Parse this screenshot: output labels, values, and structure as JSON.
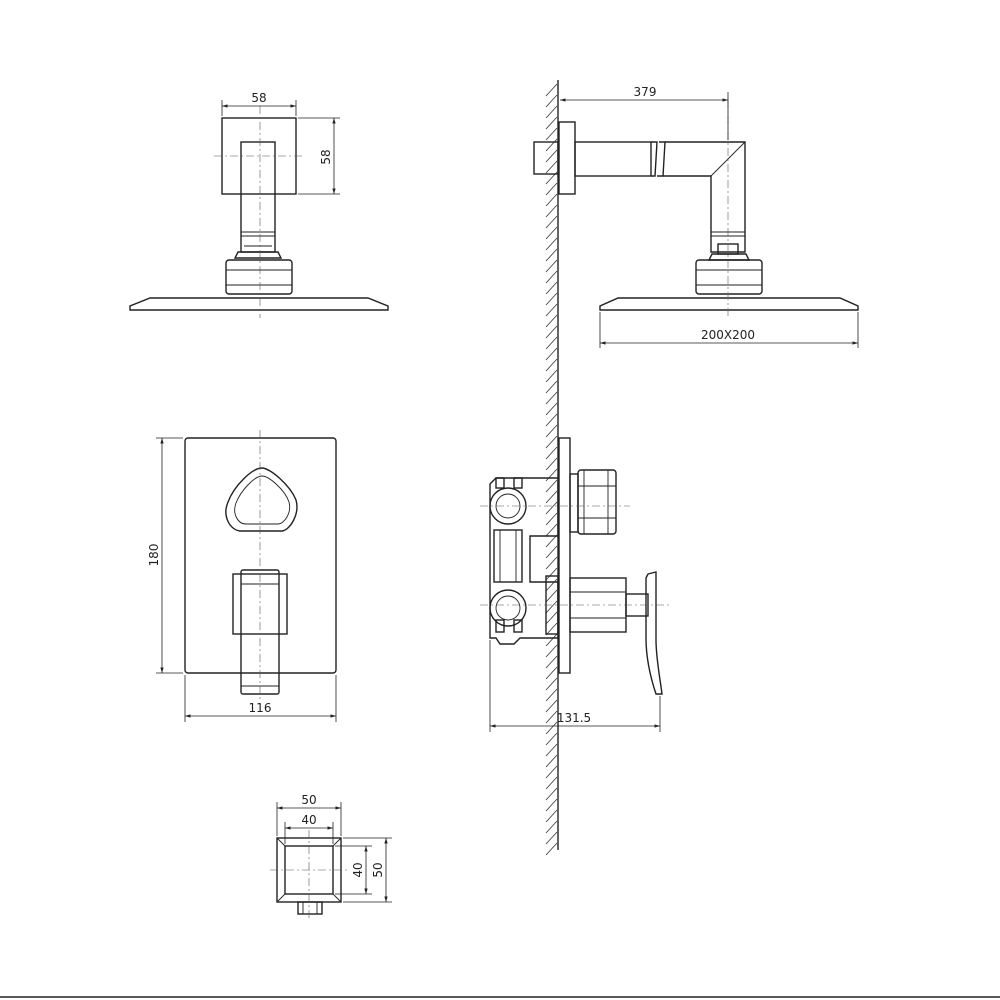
{
  "dimensions": {
    "shower_arm_flange_width": "58",
    "shower_arm_flange_height": "58",
    "arm_projection": "379",
    "shower_head_size": "200X200",
    "valve_plate_height": "180",
    "valve_plate_width": "116",
    "valve_depth": "131.5",
    "outlet_outer_width": "50",
    "outlet_inner_width": "40",
    "outlet_inner_height": "40",
    "outlet_outer_height": "50"
  }
}
